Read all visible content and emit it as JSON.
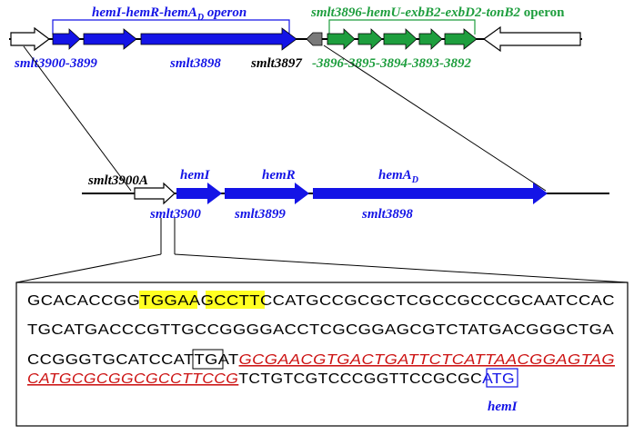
{
  "colors": {
    "blue": "#1414e6",
    "green": "#1e9e3e",
    "red": "#cc1111",
    "highlight": "#ffff22",
    "gray": "#7a7a7a",
    "black": "#000000"
  },
  "top_map": {
    "operon1_label_main": "hemI-hemR-hemA",
    "operon1_label_sub": "D",
    "operon1_label_suffix": " operon",
    "operon2_label_main": "smlt3896-hemU-exbB2-exbD2-tonB2",
    "operon2_label_suffix": " operon",
    "gene_label_3900_3899": "smlt3900-3899",
    "gene_label_3898": "smlt3898",
    "gene_label_3897": "smlt3897",
    "gene_label_3896_3892": "-3896-3895-3894-3893-3892"
  },
  "zoom_map": {
    "label_smlt3900A": "smlt3900A",
    "label_hemI": "hemI",
    "label_hemR": "hemR",
    "label_hemAD_main": "hemA",
    "label_hemAD_sub": "D",
    "label_smlt3900": "smlt3900",
    "label_smlt3899": "smlt3899",
    "label_smlt3898": "smlt3898"
  },
  "sequence": {
    "line1_a": "GCACACCGG",
    "line1_hl1": "TGGAAG",
    "line1_b": "C",
    "line1_hl2": "CTTCCA",
    "line1_c": "TGCCGCGCTCGCCGCCCGCAATCCAC",
    "line2": "TGCATGACCCGTTGCCGGGGACCTCGCGGAGCGTCTATGACGGGCTGA",
    "line3_a": "CCGGGTGCATCCAT",
    "line3_boxed": "TGA",
    "line3_b": "T",
    "line3_red": "GCGAACGTGACTGATTCTCATTAACGGAGTAG",
    "line4_red": "CATGCGCGGCGCCTTCCG",
    "line4_b": "TCTGTCGTCCCGGTTCCGCGC",
    "line4_start": "ATG",
    "start_label": "hemI"
  }
}
